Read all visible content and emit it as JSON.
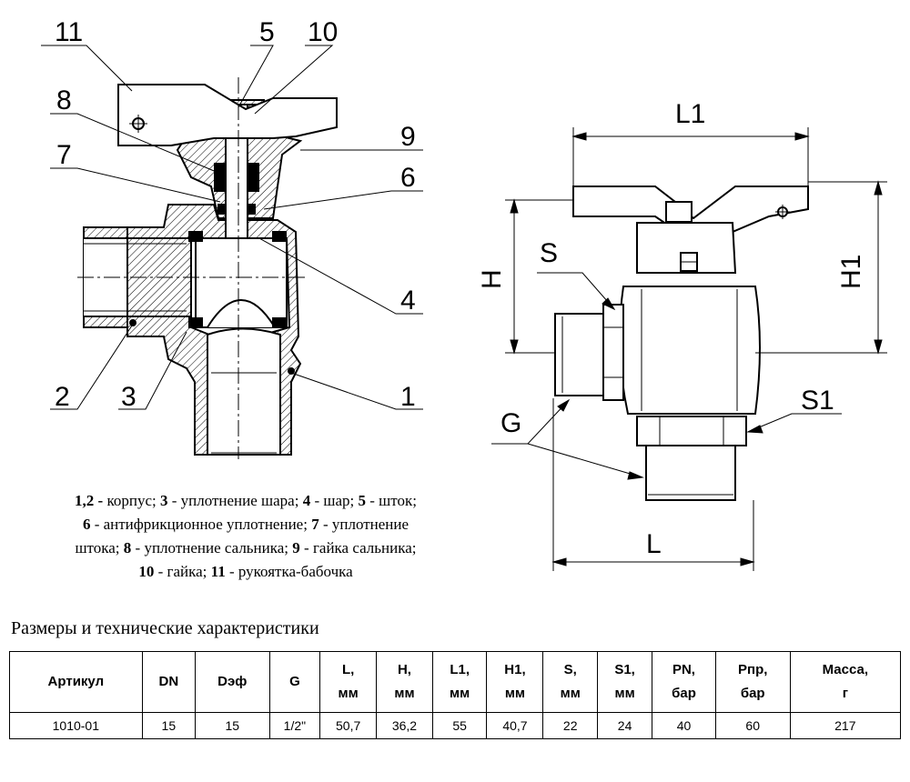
{
  "callouts": {
    "n1": "1",
    "n2": "2",
    "n3": "3",
    "n4": "4",
    "n5": "5",
    "n6": "6",
    "n7": "7",
    "n8": "8",
    "n9": "9",
    "n10": "10",
    "n11": "11"
  },
  "dimensions": {
    "L1": "L1",
    "L": "L",
    "H": "H",
    "H1": "H1",
    "S": "S",
    "S1": "S1",
    "G": "G"
  },
  "legend": {
    "l1_b1": "1,2 -",
    "l1_t1": " корпус; ",
    "l1_b2": "3",
    "l1_t2": " - уплотнение шара; ",
    "l1_b3": "4",
    "l1_t3": " - шар; ",
    "l1_b4": "5",
    "l1_t4": " - шток;",
    "l2_b1": "6",
    "l2_t1": " - антифрикционное уплотнение; ",
    "l2_b2": "7",
    "l2_t2": " - уплотнение",
    "l3_t0": "штока; ",
    "l3_b1": "8",
    "l3_t1": " - уплотнение сальника; ",
    "l3_b2": "9",
    "l3_t2": " - гайка сальника;",
    "l4_b1": "10",
    "l4_t1": " - гайка; ",
    "l4_b2": "11",
    "l4_t2": " - рукоятка-бабочка"
  },
  "section_title": "Размеры и технические характеристики",
  "table": {
    "headers": [
      [
        "Артикул"
      ],
      [
        "DN"
      ],
      [
        "Dэф"
      ],
      [
        "G"
      ],
      [
        "L,",
        "мм"
      ],
      [
        "H,",
        "мм"
      ],
      [
        "L1,",
        "мм"
      ],
      [
        "H1,",
        "мм"
      ],
      [
        "S,",
        "мм"
      ],
      [
        "S1,",
        "мм"
      ],
      [
        "PN,",
        "бар"
      ],
      [
        "Pпр,",
        "бар"
      ],
      [
        "Масса,",
        "г"
      ]
    ],
    "rows": [
      [
        "1010-01",
        "15",
        "15",
        "1/2\"",
        "50,7",
        "36,2",
        "55",
        "40,7",
        "22",
        "24",
        "40",
        "60",
        "217"
      ]
    ]
  }
}
